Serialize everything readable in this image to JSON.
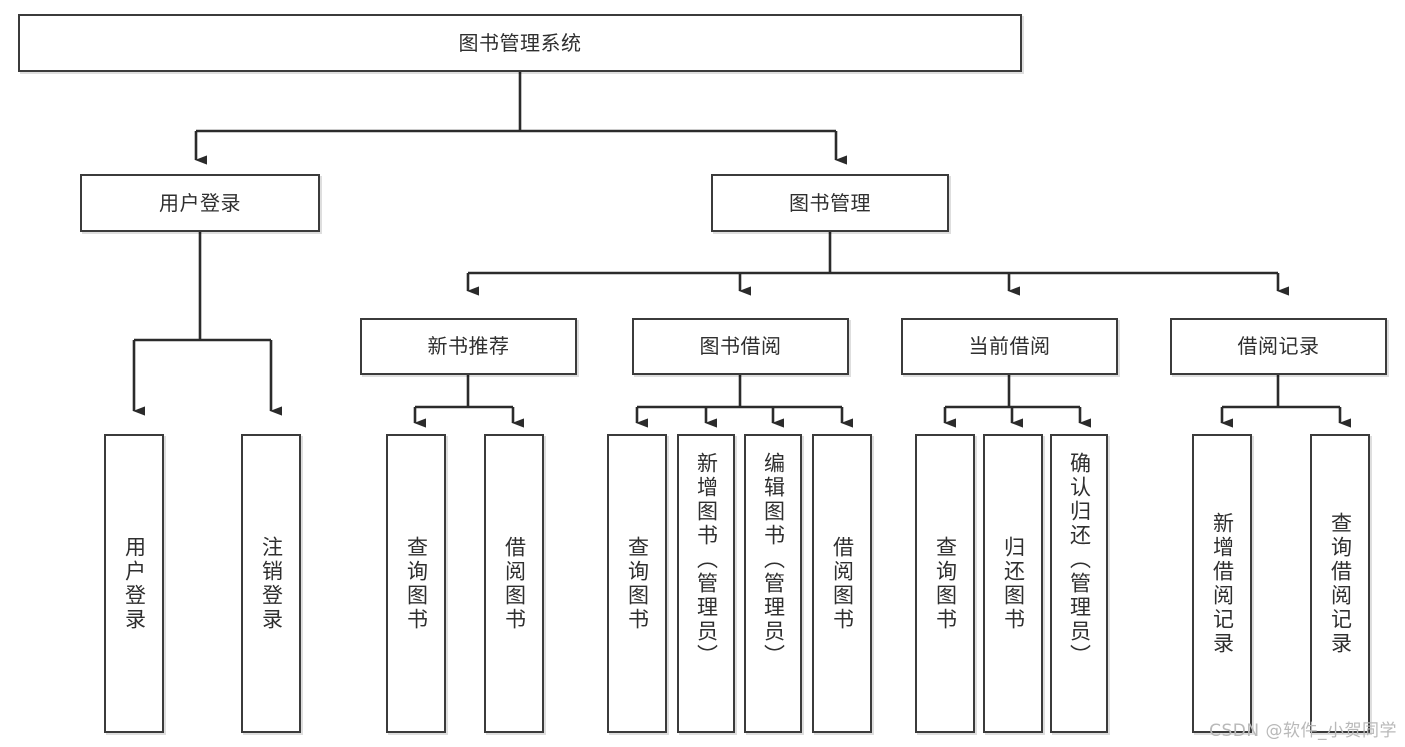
{
  "diagram": {
    "title": "图书管理系统",
    "type": "tree",
    "root": {
      "label": "图书管理系统"
    },
    "level1": [
      {
        "label": "用户登录"
      },
      {
        "label": "图书管理"
      }
    ],
    "level2": [
      {
        "label": "新书推荐",
        "parent": "图书管理"
      },
      {
        "label": "图书借阅",
        "parent": "图书管理"
      },
      {
        "label": "当前借阅",
        "parent": "图书管理"
      },
      {
        "label": "借阅记录",
        "parent": "图书管理"
      }
    ],
    "leaves": {
      "user_login": [
        {
          "label": "用户登录"
        },
        {
          "label": "注销登录"
        }
      ],
      "new_book_recommend": [
        {
          "label": "查询图书"
        },
        {
          "label": "借阅图书"
        }
      ],
      "book_borrow": [
        {
          "label": "查询图书"
        },
        {
          "label": "新增图书（管理员）"
        },
        {
          "label": "编辑图书（管理员）"
        },
        {
          "label": "借阅图书"
        }
      ],
      "current_borrow": [
        {
          "label": "查询图书"
        },
        {
          "label": "归还图书"
        },
        {
          "label": "确认归还（管理员）"
        }
      ],
      "borrow_record": [
        {
          "label": "新增借阅记录"
        },
        {
          "label": "查询借阅记录"
        }
      ]
    },
    "colors": {
      "border": "#3b3b3b",
      "text": "#2f2f2f",
      "background": "#ffffff",
      "connector": "#2b2b2b",
      "watermark": "#b9b9b9"
    }
  },
  "watermark": {
    "text": "CSDN @软件_小贺同学"
  }
}
